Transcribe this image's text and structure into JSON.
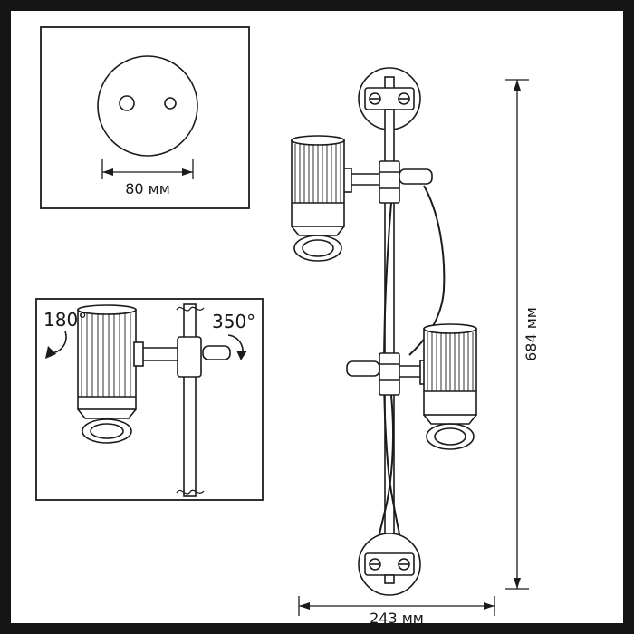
{
  "colors": {
    "line": "#1b1b1b",
    "background": "#ffffff"
  },
  "insets": {
    "mount_plate": {
      "hole_spacing_label": "80 мм"
    },
    "rotation": {
      "head_rotation_label": "180°",
      "arm_rotation_label": "350°"
    }
  },
  "dimensions": {
    "height_label": "684 мм",
    "width_label": "243 мм"
  }
}
